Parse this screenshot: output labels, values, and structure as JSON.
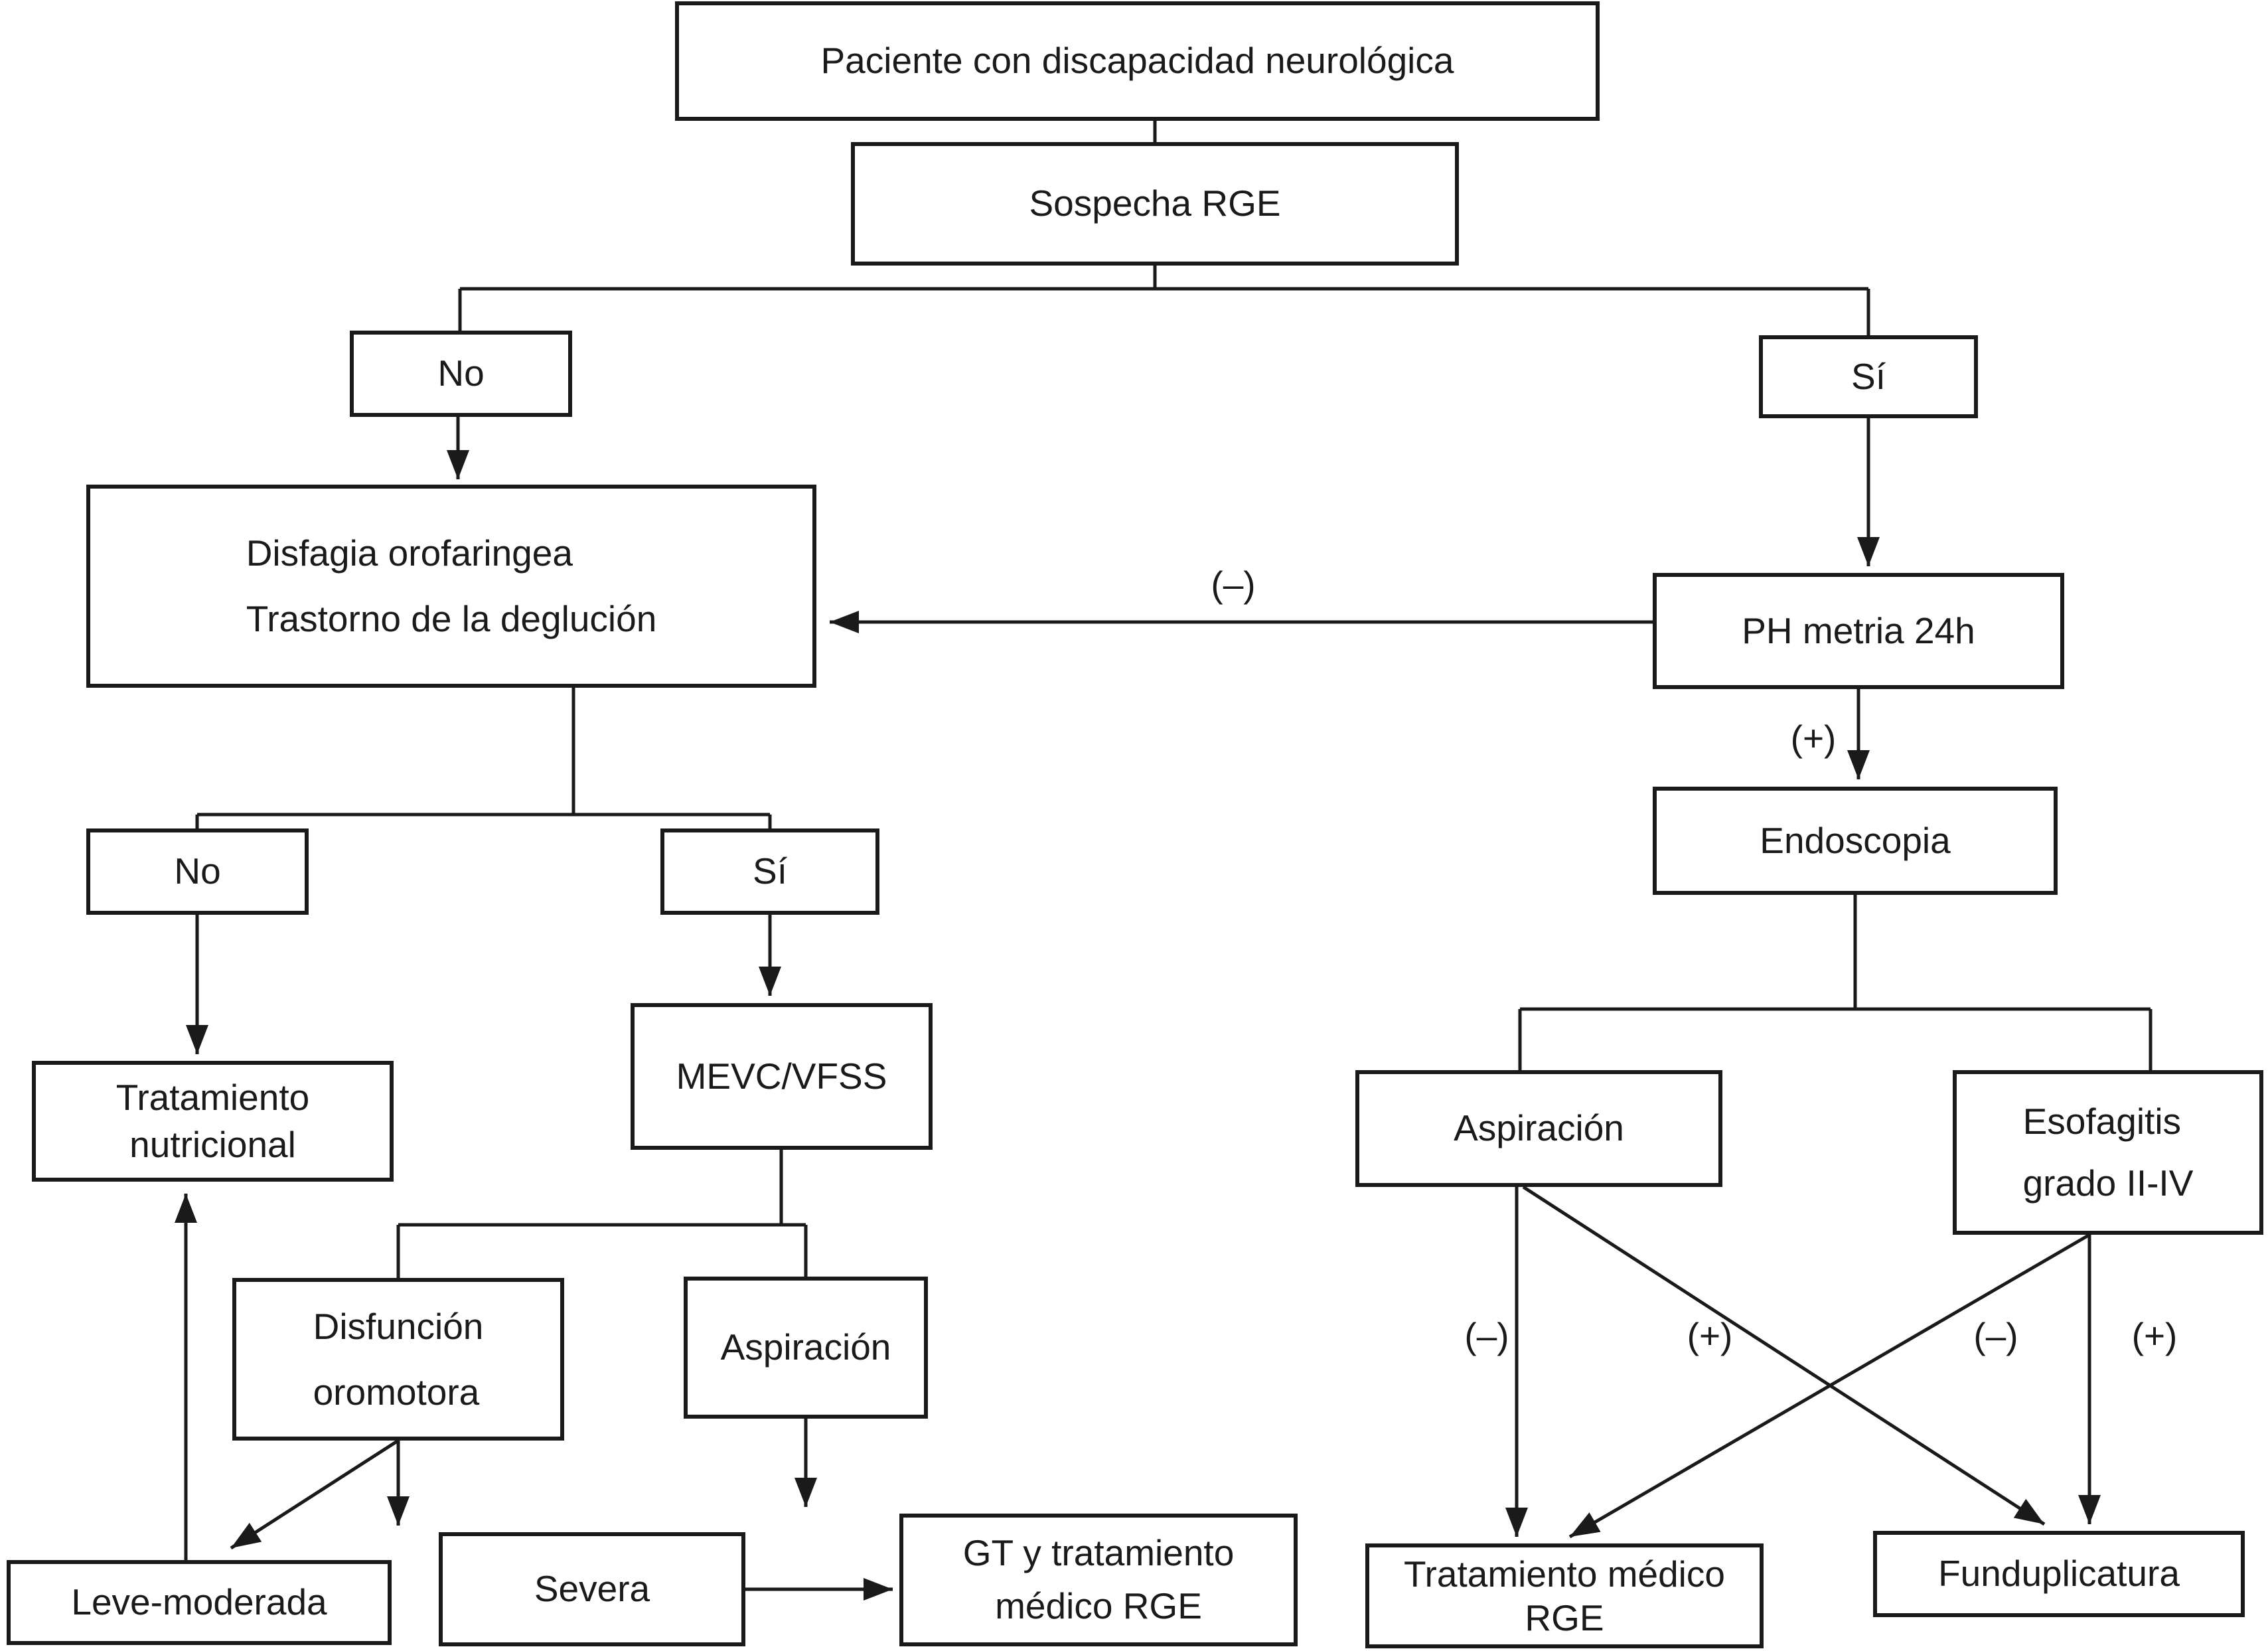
{
  "diagram": {
    "title_node": "Paciente con discapacidad neurológica",
    "nodes": {
      "paciente": {
        "label": "Paciente con discapacidad neurológica"
      },
      "sospecha": {
        "label": "Sospecha RGE"
      },
      "no1": {
        "label": "No"
      },
      "si1": {
        "label": "Sí"
      },
      "disfagia": {
        "line1": "Disfagia orofaringea",
        "line2": "Trastorno de la deglución"
      },
      "phmetria": {
        "label": "PH metria 24h"
      },
      "endoscopia": {
        "label": "Endoscopia"
      },
      "no2": {
        "label": "No"
      },
      "si2": {
        "label": "Sí"
      },
      "tratamiento_nutricional": {
        "line1": "Tratamiento",
        "line2": "nutricional"
      },
      "mevc": {
        "label": "MEVC/VFSS"
      },
      "disfuncion": {
        "line1": "Disfunción",
        "line2": "oromotora"
      },
      "aspiracion_izquierda": {
        "label": "Aspiración"
      },
      "leve_moderada": {
        "label": "Leve-moderada"
      },
      "severa": {
        "label": "Severa"
      },
      "gt": {
        "line1": "GT y tratamiento",
        "line2": "médico RGE"
      },
      "aspiracion_derecha": {
        "label": "Aspiración"
      },
      "esofagitis": {
        "line1": "Esofagitis",
        "line2": "grado II-IV"
      },
      "tratamiento_medico": {
        "line1": "Tratamiento médico",
        "line2": "RGE"
      },
      "funduplicatura": {
        "label": "Funduplicatura"
      }
    },
    "edge_labels": {
      "ph_negativo": "(–)",
      "ph_positivo": "(+)",
      "asp_negativo": "(–)",
      "asp_positivo": "(+)",
      "eso_negativo": "(–)",
      "eso_positivo": "(+)"
    },
    "colors": {
      "line": "#1a1a1a",
      "box_border": "#1a1a1a",
      "text": "#1a1a1a",
      "background": "#ffffff"
    }
  }
}
